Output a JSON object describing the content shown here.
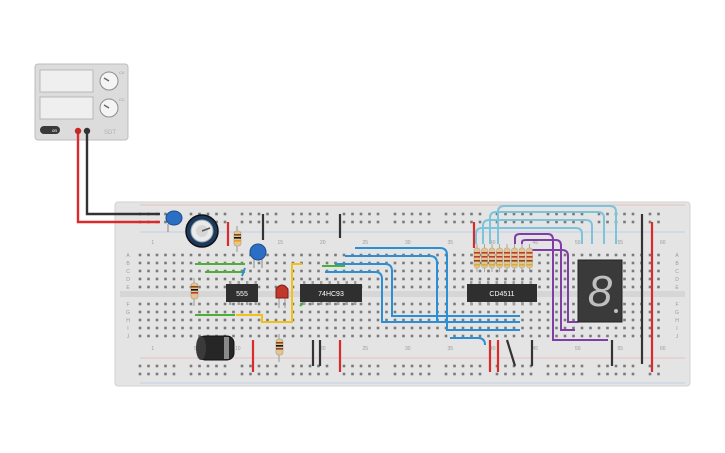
{
  "power_supply": {
    "brand": "SDT",
    "knob_labels": [
      "CV",
      "CC"
    ],
    "button_label": "on"
  },
  "breadboard": {
    "column_numbers": [
      "1",
      "5",
      "10",
      "15",
      "20",
      "25",
      "30",
      "35",
      "40",
      "45",
      "50",
      "55",
      "60"
    ],
    "row_letters_top": [
      "A",
      "B",
      "C",
      "D",
      "E"
    ],
    "row_letters_bottom": [
      "F",
      "G",
      "H",
      "I",
      "J"
    ]
  },
  "chips": {
    "timer": "555",
    "counter": "74HC93",
    "decoder": "CD4511"
  },
  "display": {
    "digit": "8"
  },
  "colors": {
    "wire_red": "#d92b2b",
    "wire_black": "#333333",
    "wire_blue": "#2a8fd6",
    "wire_lightblue": "#7cc4dc",
    "wire_purple": "#7e3ea6",
    "wire_green": "#4caf3a",
    "wire_yellow": "#f2c018",
    "capacitor_blue": "#2b6fc4",
    "led_red": "#c0392b",
    "chip_body": "#2f2f2f",
    "board": "#e4e4e4"
  }
}
